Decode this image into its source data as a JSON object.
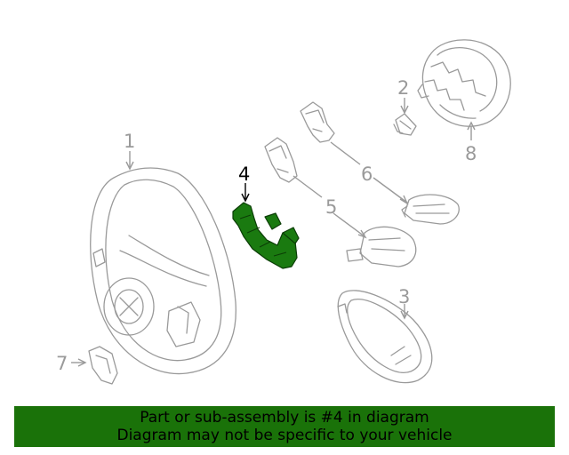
{
  "callouts": {
    "c1": "1",
    "c2": "2",
    "c3": "3",
    "c4": "4",
    "c5": "5",
    "c6": "6",
    "c7": "7",
    "c8": "8"
  },
  "highlighted_part": "4",
  "colors": {
    "highlight": "#1a7a10",
    "banner": "#1a7209",
    "line_art": "#9a9a9a"
  },
  "banner": {
    "line1": "Part or sub-assembly is #4 in diagram",
    "line2": "Diagram may not be specific to your vehicle"
  }
}
